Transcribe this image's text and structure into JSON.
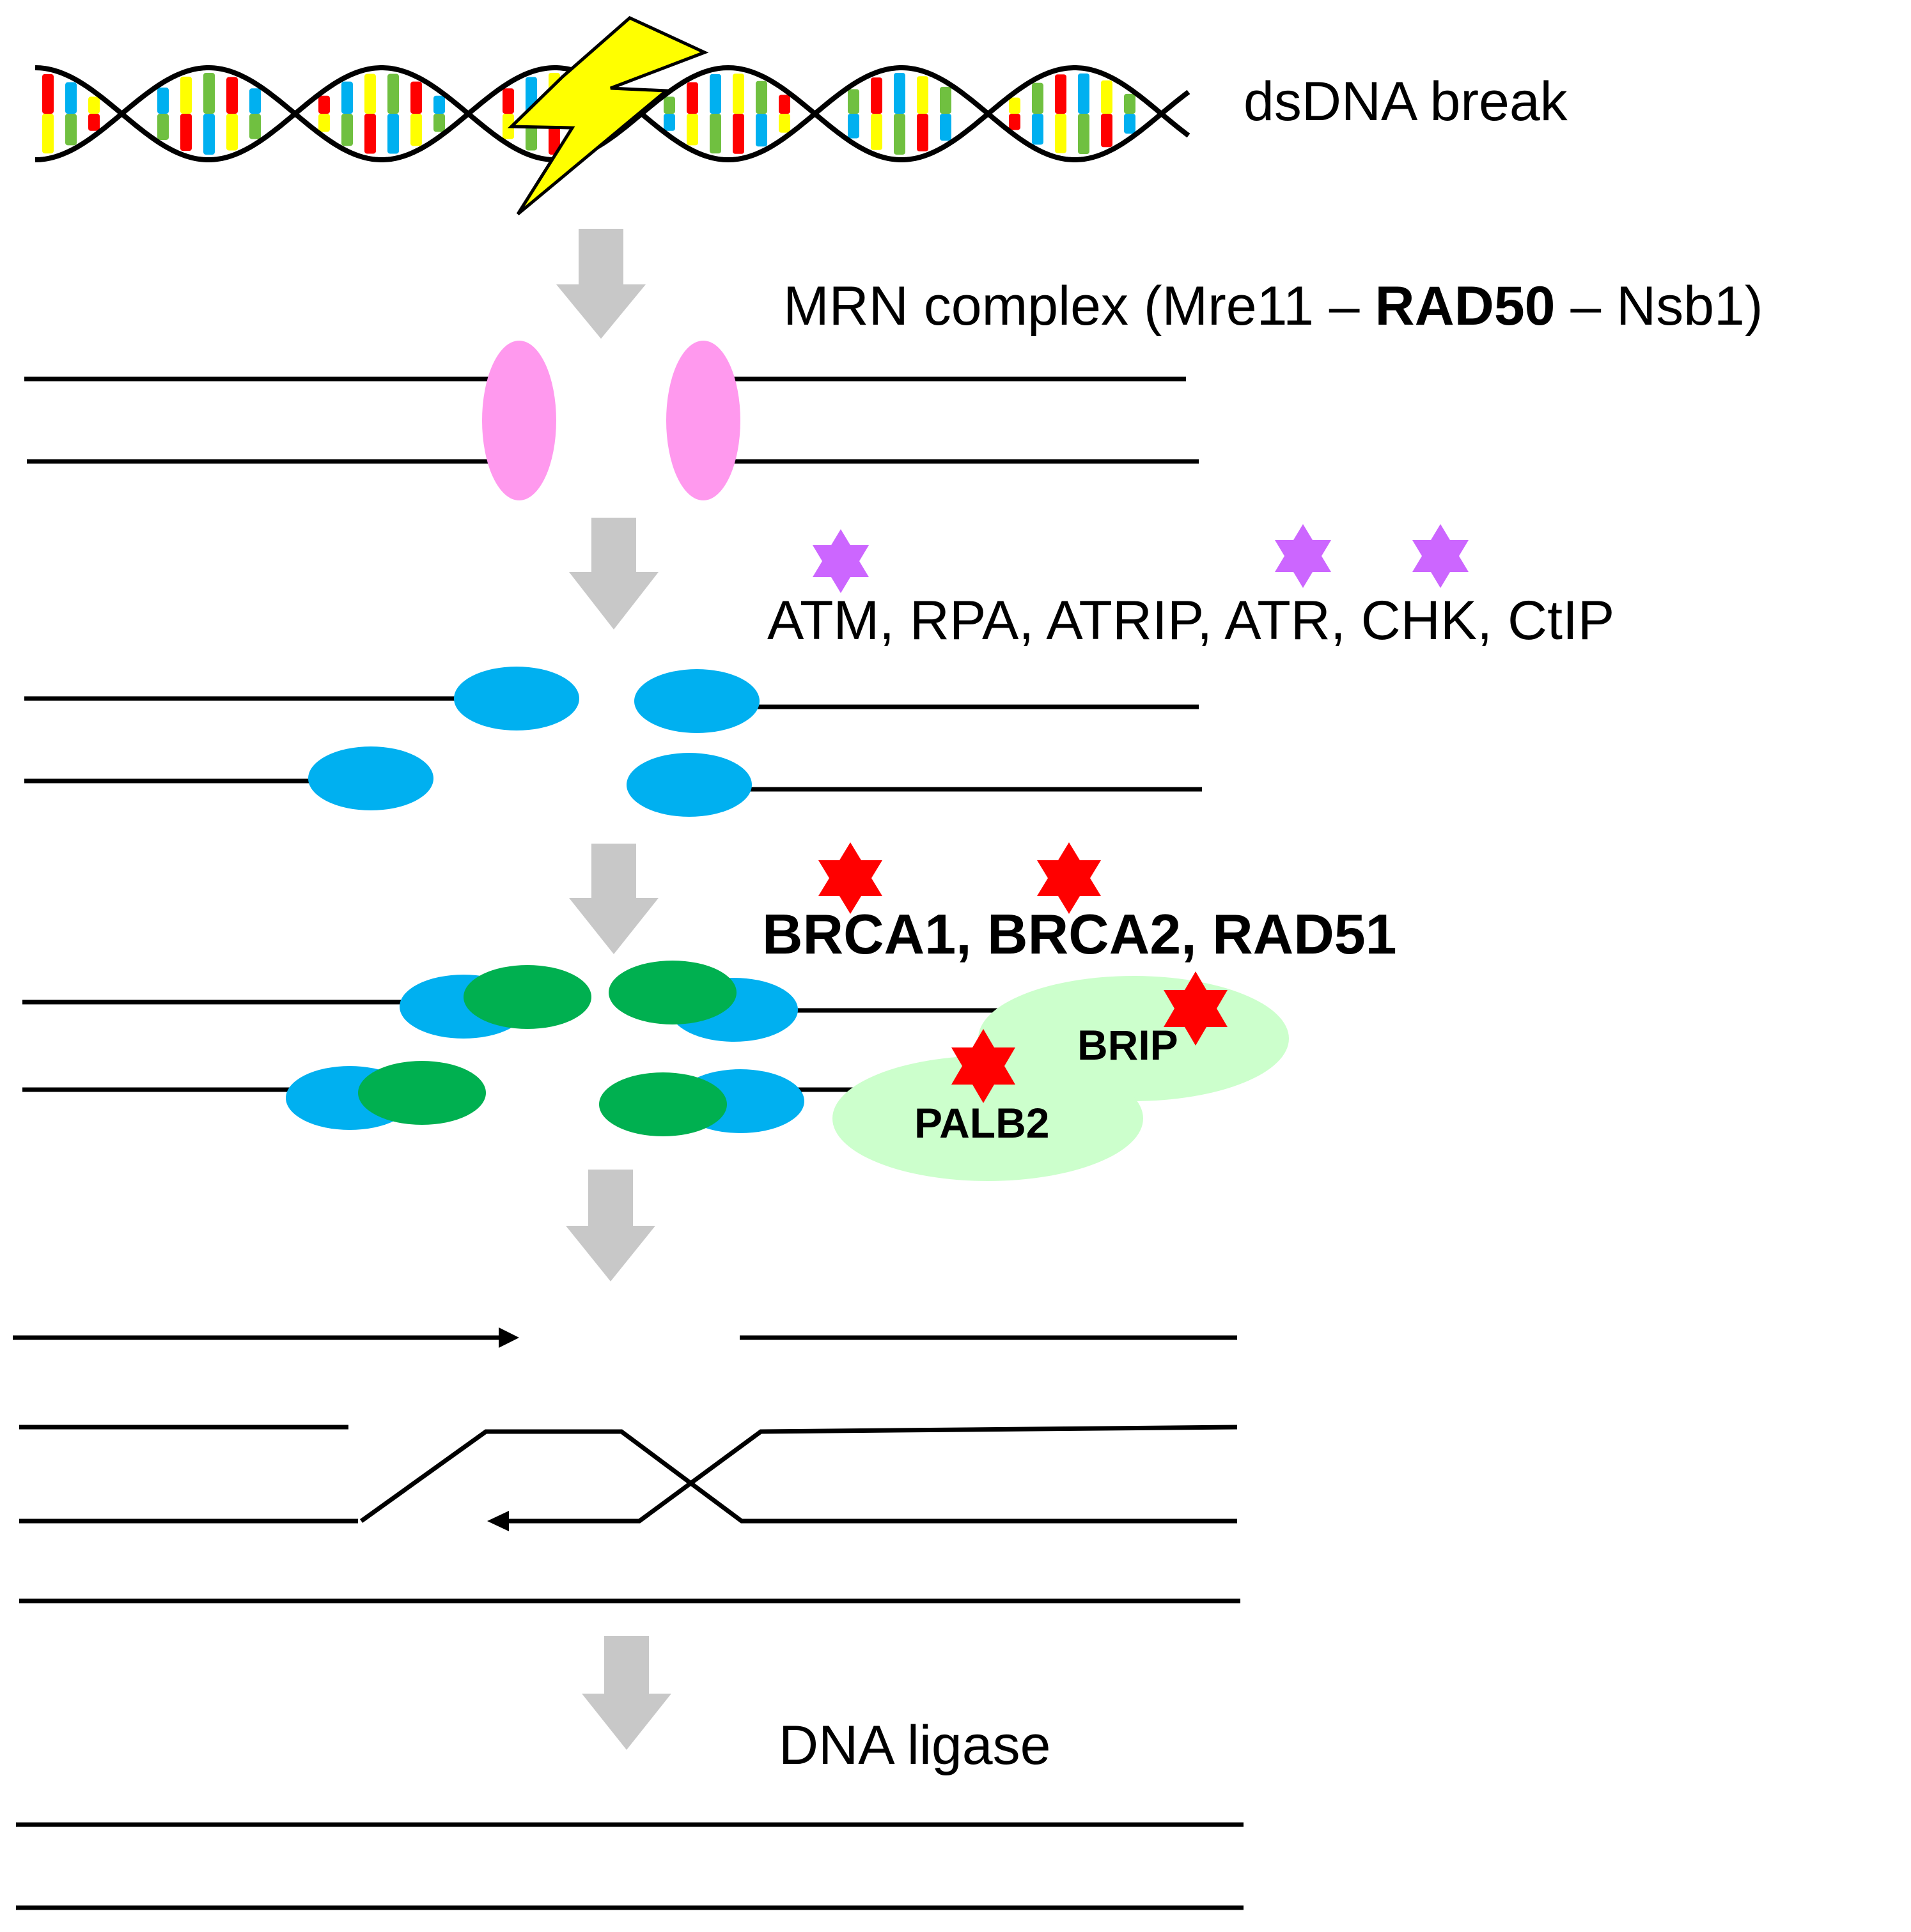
{
  "steps": {
    "dsdna_break": "dsDNA break",
    "mrn": {
      "prefix": "MRN complex (Mre11 – ",
      "bold": "RAD50",
      "suffix": " – Nsb1)"
    },
    "sensors": "ATM, RPA, ATRIP, ATR, CHK, CtIP",
    "recombinases": "BRCA1, BRCA2, RAD51",
    "ligase": "DNA ligase"
  },
  "proteins": {
    "brip": "BRIP",
    "palb2": "PALB2"
  },
  "colors": {
    "mrn": "#ff99ee",
    "rpa": "#00b0f0",
    "rad51": "#00b050",
    "partner": "#ccffcc",
    "violet_star": "#cc66ff",
    "red_star": "#ff0000",
    "arrow": "#c8c8c8",
    "lightning": "#ffff00"
  }
}
